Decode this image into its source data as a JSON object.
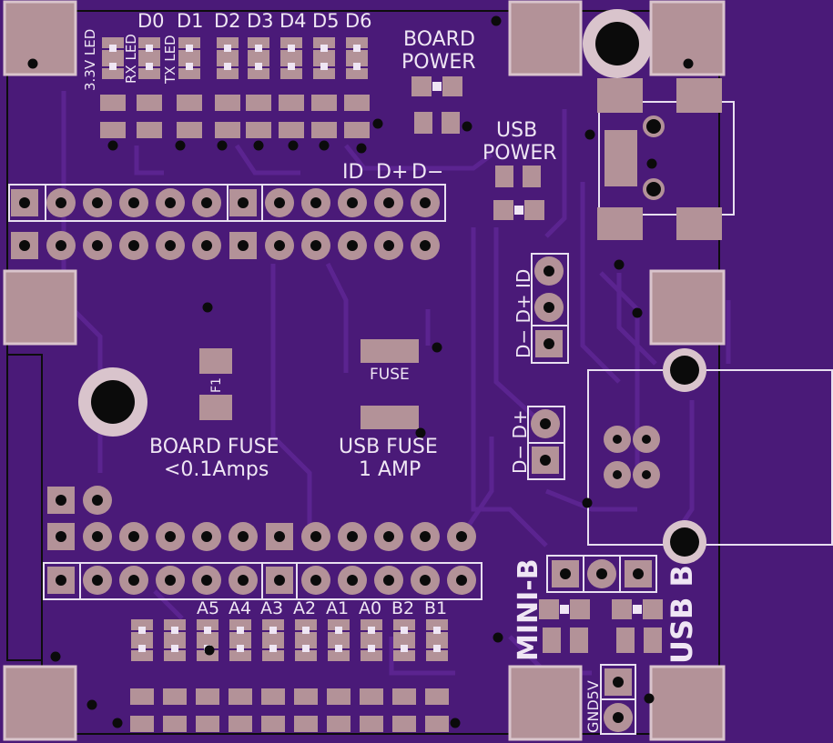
{
  "colors": {
    "board": "#4a1a78",
    "trace": "#5a2290",
    "pad": "#b39298",
    "pad_dark": "#a98890",
    "drill": "#0b0b0b",
    "silkscreen": "#efe6f4",
    "outline": "#0d0d0d"
  },
  "labels": {
    "led_33v": "3.3V LED",
    "led_rx": "RX LED",
    "led_tx": "TX LED",
    "d0": "D0",
    "d1": "D1",
    "d2": "D2",
    "d3": "D3",
    "d4": "D4",
    "d5": "D5",
    "d6": "D6",
    "board_power_1": "BOARD",
    "board_power_2": "POWER",
    "usb_power_1": "USB",
    "usb_power_2": "POWER",
    "header_id": "ID",
    "header_dplus": "D+",
    "header_dminus": "D−",
    "vert_idrow": "D− D+ ID",
    "vert_drow": "D− D+",
    "fuse_small": "FUSE",
    "f1": "F1",
    "board_fuse_1": "BOARD FUSE",
    "board_fuse_2": "<0.1Amps",
    "usb_fuse_1": "USB FUSE",
    "usb_fuse_2": "1 AMP",
    "a5": "A5",
    "a4": "A4",
    "a3": "A3",
    "a2": "A2",
    "a1": "A1",
    "a0": "A0",
    "b2": "B2",
    "b1": "B1",
    "mini_b": "MINI-B",
    "usb_b": "USB B",
    "gnd5v": "GND5V"
  }
}
